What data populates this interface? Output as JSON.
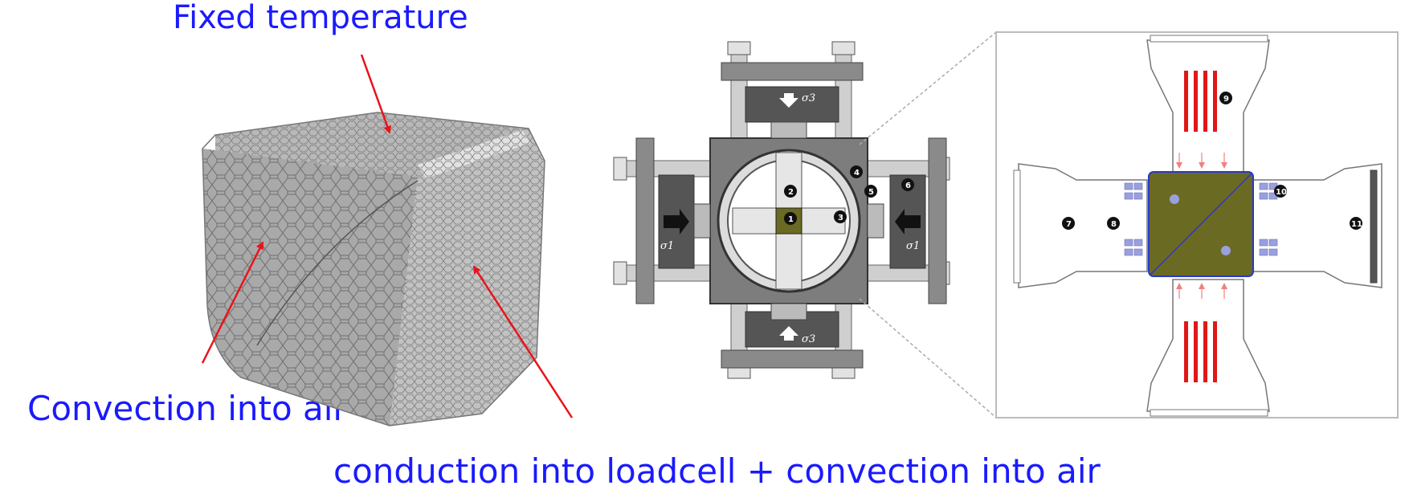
{
  "labels": {
    "top": "Fixed temperature",
    "left": "Convection into air",
    "bottom": "conduction into loadcell + convection into air"
  },
  "colors": {
    "label_text": "#1a1aff",
    "arrow": "#e8141b",
    "specimen": "#6b6a22",
    "heater_bar": "#e01818",
    "gauge_pad": "#9aa0dd"
  },
  "machine": {
    "stress_labels": {
      "top": "σ3",
      "bottom": "σ3",
      "left": "σ1",
      "right": "σ1"
    },
    "numbers": [
      "1",
      "2",
      "3",
      "4",
      "5",
      "6",
      "7",
      "8",
      "9",
      "10",
      "11"
    ]
  }
}
